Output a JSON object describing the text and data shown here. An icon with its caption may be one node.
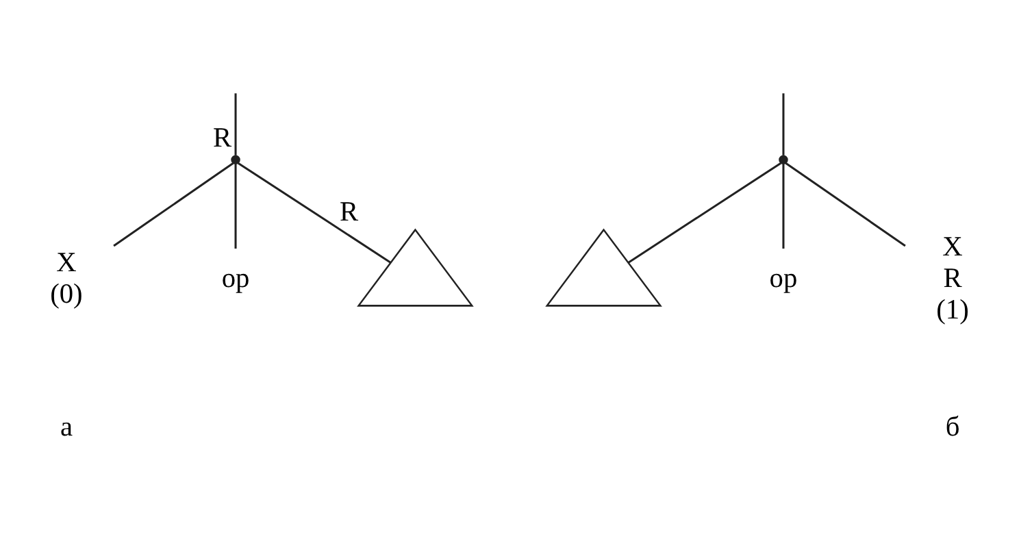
{
  "diagram": {
    "nodes": [
      {
        "text": [],
        "shape": "point",
        "beside": [
          "R"
        ]
      },
      {
        "text": [
          "X"
        ],
        "beside": [
          "(0)"
        ]
      },
      {
        "text": [
          "op"
        ]
      },
      {
        "text": [],
        "shape": "triangle",
        "beside": [
          "R"
        ]
      },
      {
        "text": [],
        "shape": "point"
      },
      {
        "text": [],
        "shape": "triangle"
      },
      {
        "text": [
          "op"
        ]
      },
      {
        "text": [
          "X"
        ],
        "beside": [
          "R",
          "(1)"
        ]
      }
    ],
    "edges": [
      {
        "from": null,
        "to": 0,
        "arrow": "none"
      },
      {
        "from": 0,
        "to": 1,
        "arrow": "none"
      },
      {
        "from": 0,
        "to": 2,
        "arrow": "none"
      },
      {
        "from": 0,
        "to": 3,
        "arrow": "none"
      },
      {
        "from": null,
        "to": 4,
        "arrow": "none"
      },
      {
        "from": 4,
        "to": 5,
        "arrow": "none"
      },
      {
        "from": 4,
        "to": 6,
        "arrow": "none"
      },
      {
        "from": 4,
        "to": 7,
        "arrow": "none"
      }
    ],
    "labels": [
      "а",
      "б"
    ]
  }
}
